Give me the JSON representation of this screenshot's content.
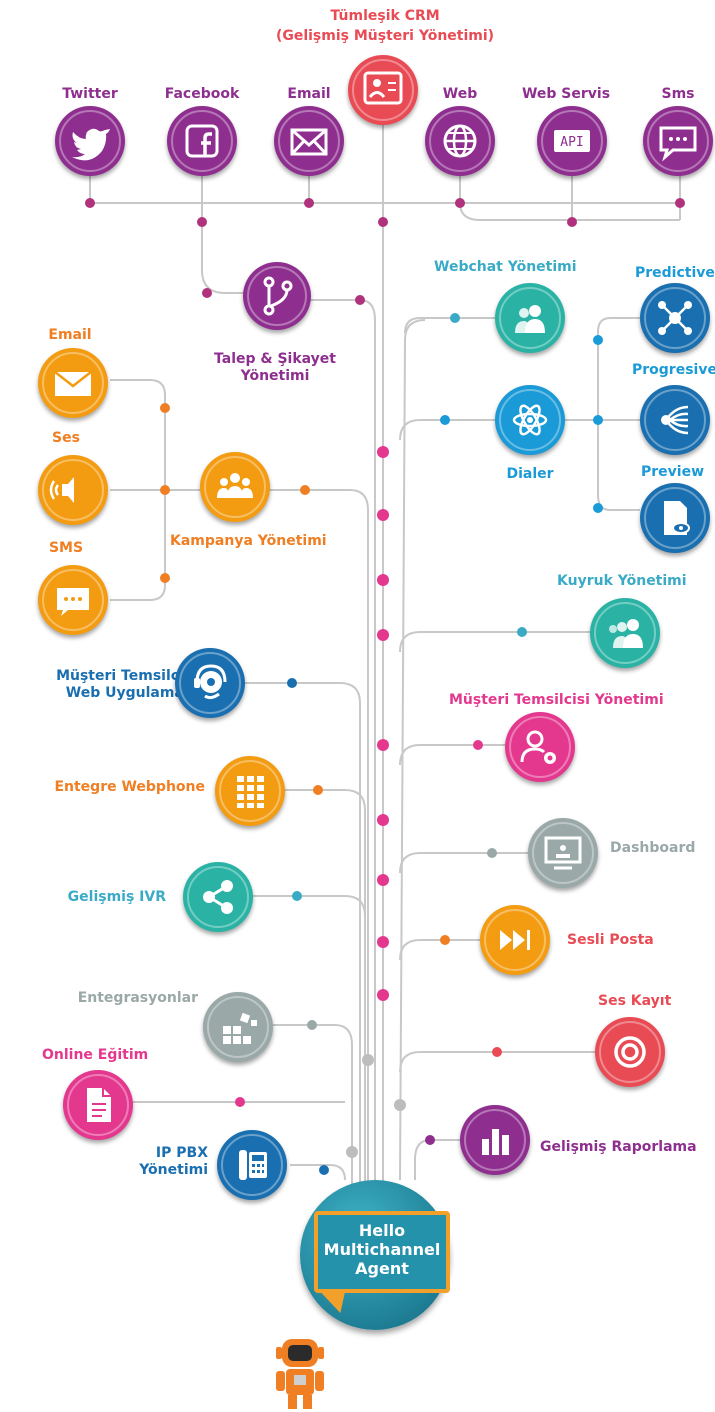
{
  "colors": {
    "magenta": "#b0317c",
    "purple": "#8e2f8f",
    "red": "#e94b55",
    "orange": "#f07e22",
    "blue": "#1a6fb0",
    "teal": "#2ab3a4",
    "lightblue": "#3aabc6",
    "gray": "#9aa8a8",
    "pink": "#e4388f",
    "line": "#c8c8c8"
  },
  "top": {
    "crm_title": "Tümleşik CRM",
    "crm_subtitle": "(Gelişmiş Müşteri Yönetimi)",
    "channels": [
      {
        "label": "Twitter",
        "icon": "twitter-bird-icon"
      },
      {
        "label": "Facebook",
        "icon": "facebook-icon"
      },
      {
        "label": "Email",
        "icon": "envelope-icon"
      },
      {
        "label": "Web",
        "icon": "globe-icon"
      },
      {
        "label": "Web Servis",
        "icon": "api-icon",
        "badge": "API"
      },
      {
        "label": "Sms",
        "icon": "chat-bubble-icon"
      }
    ]
  },
  "left": {
    "talep": "Talep & Şikayet\nYönetimi",
    "kampanya": "Kampanya Yönetimi",
    "kampanya_channels": [
      "Email",
      "Ses",
      "SMS"
    ],
    "musteri_web": "Müşteri Temsilcisi\nWeb Uygulaması",
    "webphone": "Entegre Webphone",
    "ivr": "Gelişmiş IVR",
    "entegrasyon": "Entegrasyonlar",
    "online_egitim": "Online Eğitim",
    "ip_pbx": "IP PBX\nYönetimi"
  },
  "right": {
    "webchat": "Webchat Yönetimi",
    "dialer": "Dialer",
    "dialer_modes": [
      "Predictive",
      "Progresive",
      "Preview"
    ],
    "kuyruk": "Kuyruk Yönetimi",
    "musteri_yonetimi": "Müşteri Temsilcisi Yönetimi",
    "dashboard": "Dashboard",
    "sesli_posta": "Sesli Posta",
    "ses_kayit": "Ses Kayıt",
    "raporlama": "Gelişmiş Raporlama"
  },
  "hub": {
    "text": "Hello\nMultichannel\nAgent"
  }
}
